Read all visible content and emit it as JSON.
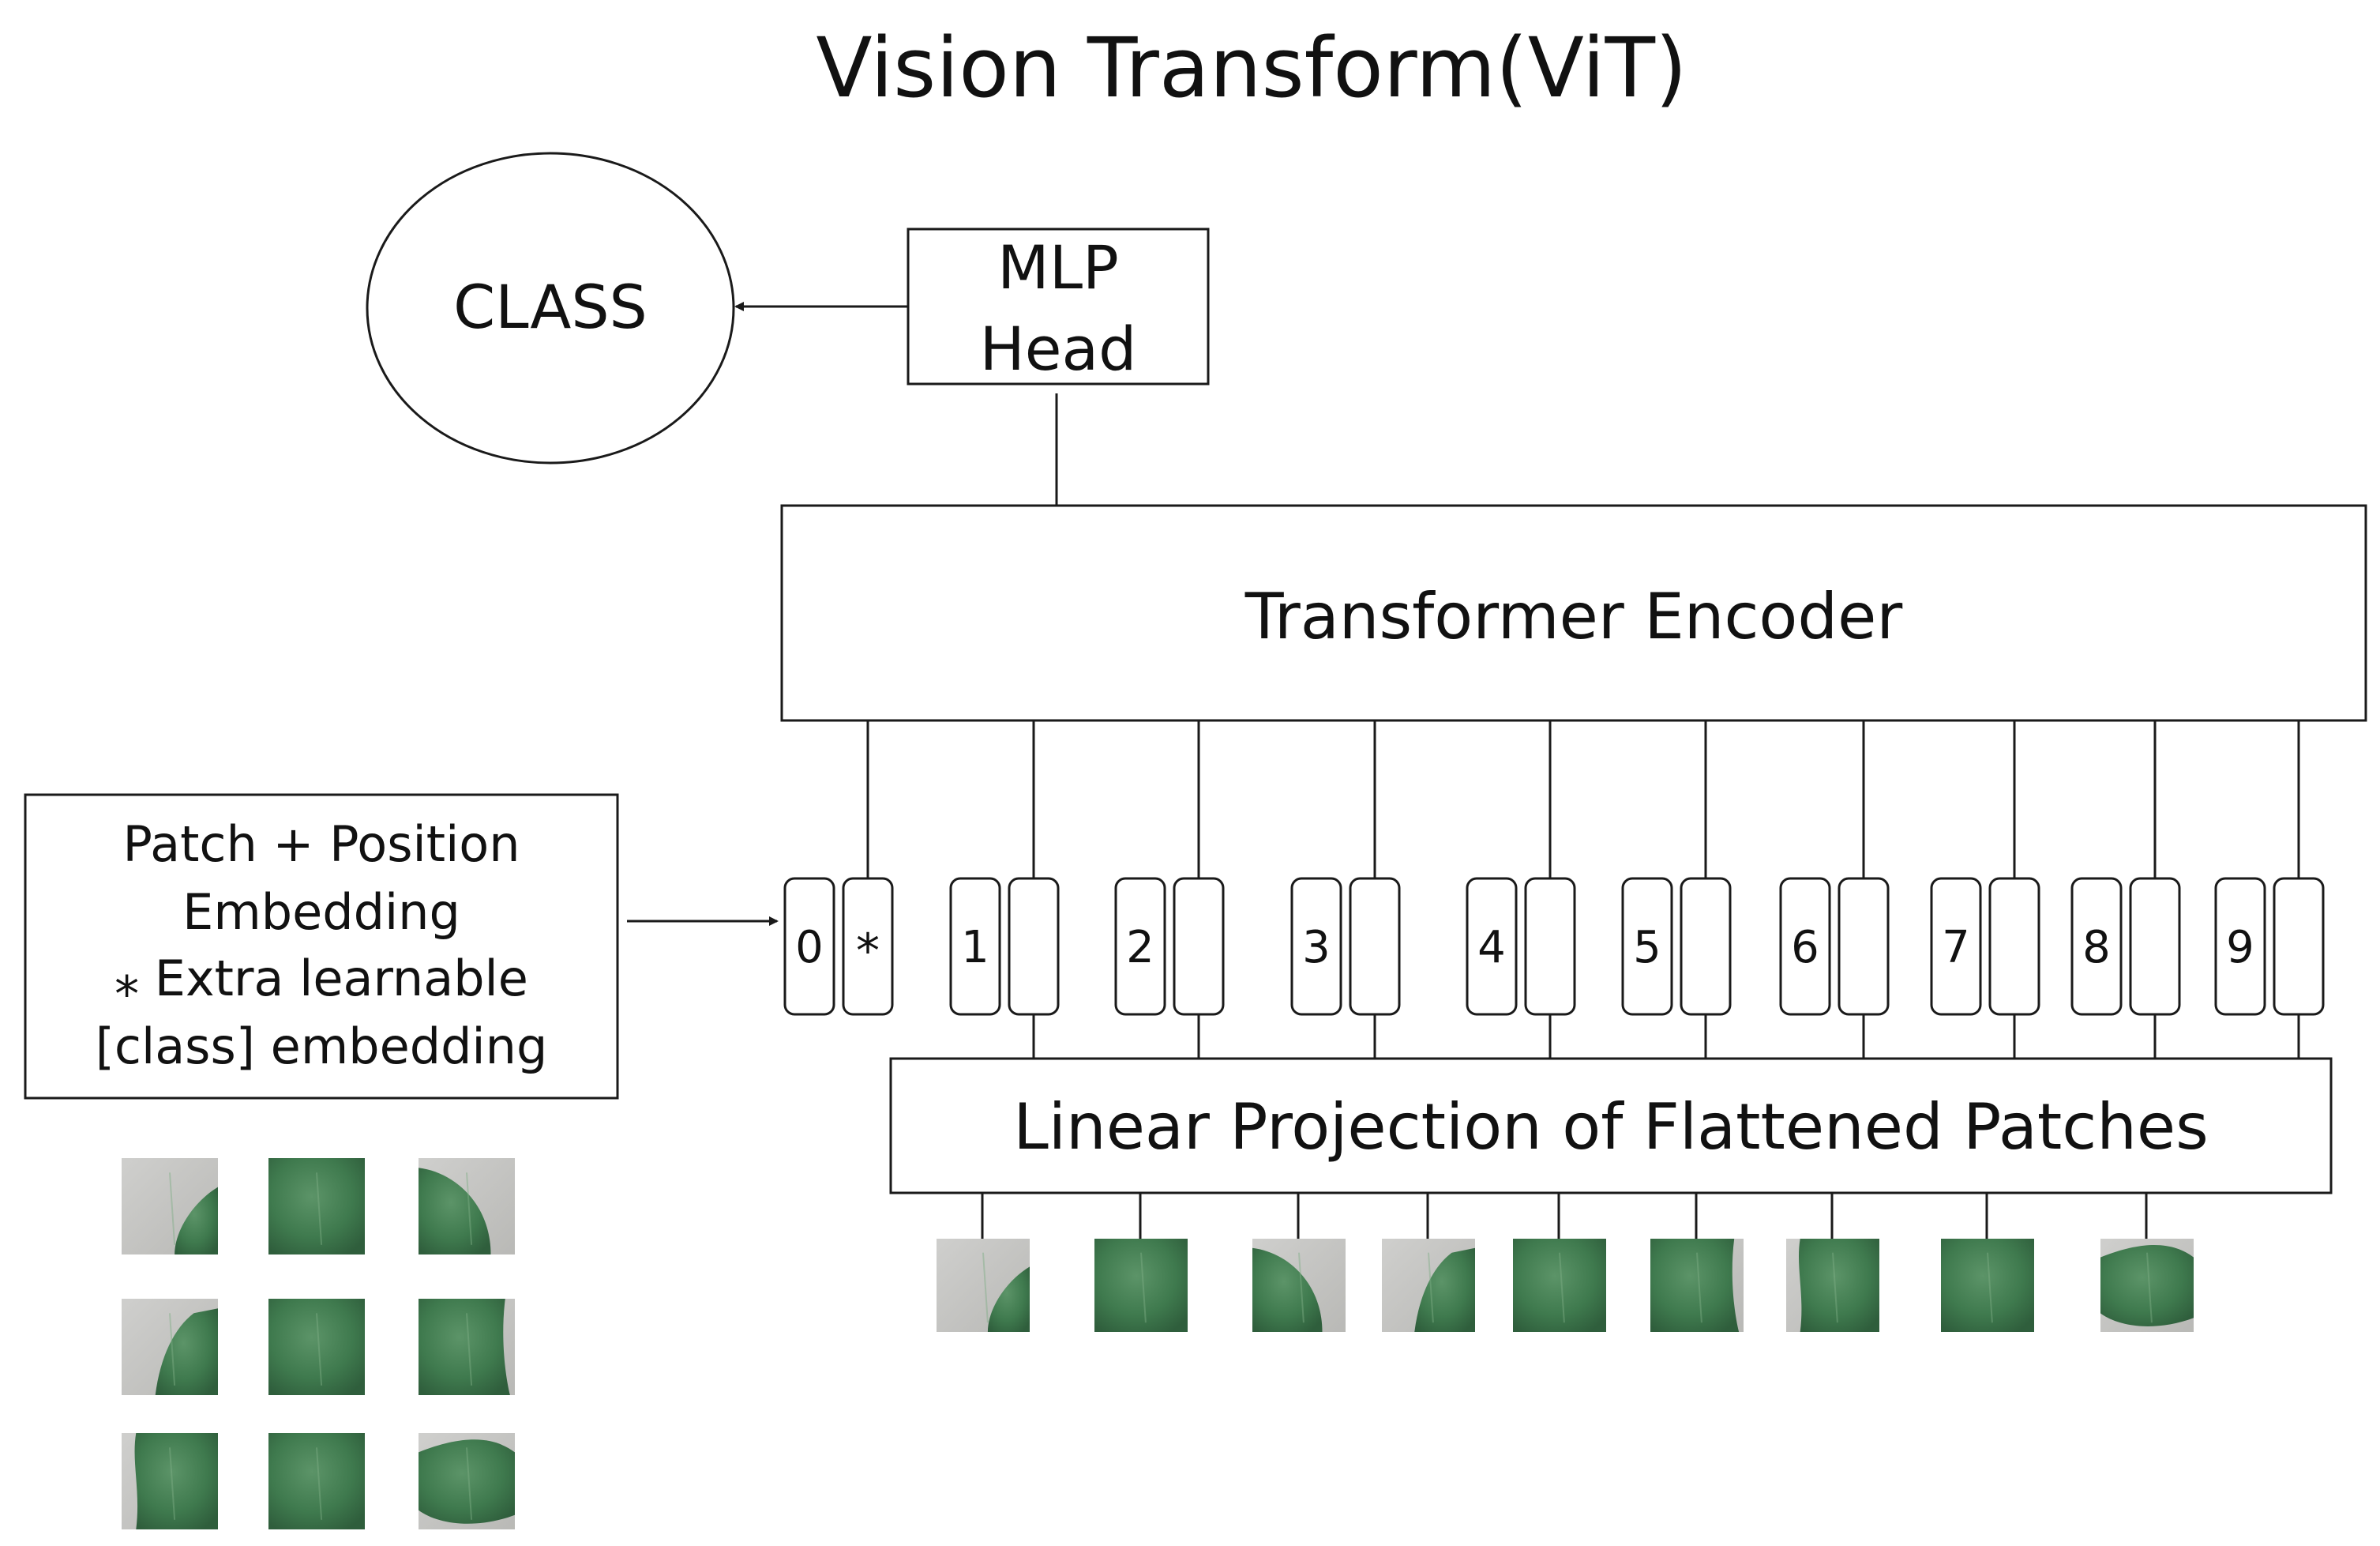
{
  "title": "Vision Transform(ViT)",
  "class_node": {
    "label": "CLASS"
  },
  "mlp_head": {
    "line1": "MLP",
    "line2": "Head"
  },
  "encoder": {
    "label": "Transformer Encoder"
  },
  "projection": {
    "label": "Linear Projection of Flattened Patches"
  },
  "embedding_note": {
    "lines": [
      "Patch + Position",
      "Embedding",
      "⁎ Extra learnable",
      "[class] embedding"
    ]
  },
  "tokens": [
    {
      "position": "0",
      "embedding": "*"
    },
    {
      "position": "1",
      "embedding": ""
    },
    {
      "position": "2",
      "embedding": ""
    },
    {
      "position": "3",
      "embedding": ""
    },
    {
      "position": "4",
      "embedding": ""
    },
    {
      "position": "5",
      "embedding": ""
    },
    {
      "position": "6",
      "embedding": ""
    },
    {
      "position": "7",
      "embedding": ""
    },
    {
      "position": "8",
      "embedding": ""
    },
    {
      "position": "9",
      "embedding": ""
    }
  ],
  "colors": {
    "leaf_dark": "#2f5e3c",
    "leaf_mid": "#3f7a4e",
    "leaf_light": "#5c9468",
    "background_gray": "#c8c8c6"
  }
}
